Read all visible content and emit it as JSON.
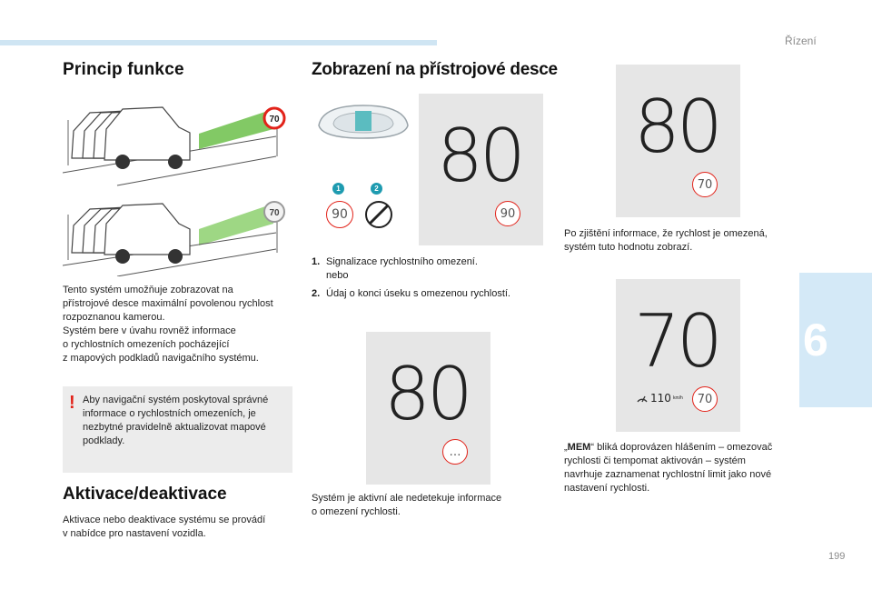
{
  "header": {
    "section_title": "Řízení",
    "chapter_number": "6",
    "page_number": "199"
  },
  "principle": {
    "title": "Princip funkce",
    "sign_value": "70",
    "description": "Tento systém umožňuje zobrazovat na\npřístrojové desce maximální povolenou rychlost\nrozpoznanou kamerou.\nSystém bere v úvahu rovněž informace\no rychlostních omezeních pocházející\nz mapových podkladů navigačního systému.",
    "warning": "Aby navigační systém poskytoval správné informace o rychlostních omezeních, je nezbytné pravidelně aktualizovat mapové podklady.",
    "warning_mark": "!"
  },
  "activation": {
    "title": "Aktivace/deaktivace",
    "text": "Aktivace nebo deaktivace systému se provádí\nv nabídce pro nastavení vozidla."
  },
  "display": {
    "title": "Zobrazení na přístrojové desce",
    "callout_1": "1",
    "callout_2": "2",
    "sign_90": "90",
    "panel_main": {
      "speed": "80",
      "sign": "90"
    },
    "list": [
      {
        "num": "1.",
        "text": "Signalizace rychlostního omezení.\nnebo"
      },
      {
        "num": "2.",
        "text": "Údaj o konci úseku s omezenou rychlostí."
      }
    ],
    "panel_inactive": {
      "speed": "80",
      "sign": "…"
    },
    "inactive_text": "Systém je aktivní ale nedetekuje informace\no omezení rychlosti.",
    "panel_detected": {
      "speed": "80",
      "sign": "70"
    },
    "detected_text": "Po zjištění informace, že rychlost je omezená,\nsystém tuto hodnotu zobrazí.",
    "panel_mem": {
      "speed": "70",
      "sign": "70",
      "mem_value": "110",
      "mem_unit": "km/h"
    },
    "mem_text_prefix": "„",
    "mem_text_bold": "MEM",
    "mem_text_rest": "“ bliká doprovázen hlášením – omezovač\nrychlosti či tempomat aktivován – systém\nnavrhuje zaznamenat rychlostní limit jako nové\nnastavení rychlosti."
  },
  "colors": {
    "accent": "#1e9bb0",
    "sign_red": "#e2231a",
    "panel_gray": "#e6e6e6",
    "tab_blue": "#d4e9f7",
    "green_beam": "#6cc04a"
  }
}
